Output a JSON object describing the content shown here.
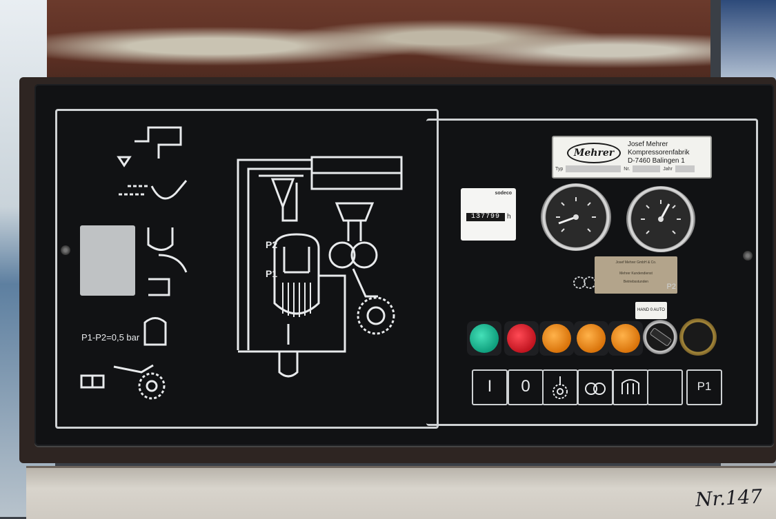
{
  "diagram": {
    "pressure_note": "P1-P2=0,5 bar",
    "label_p2": "P2",
    "label_p1": "P1"
  },
  "nameplate": {
    "brand": "Mehrer",
    "line1": "Josef Mehrer",
    "line2": "Kompressorenfabrik",
    "line3": "D-7460 Balingen 1",
    "field_type": "Typ",
    "field_no": "Nr.",
    "field_year": "Jahr"
  },
  "hour_counter": {
    "brand": "sodeco",
    "reading": "137799",
    "unit": "h"
  },
  "plaque": {
    "line1": "Josef Mehrer GmbH & Co.",
    "line2": "Mehrer Kundendienst",
    "line3": "Betriebsstunden",
    "label": "P2"
  },
  "switch": {
    "label": "HAND 0 AUTO"
  },
  "lamps": {
    "colors": [
      "#1aa986",
      "#d81e2a",
      "#ec8a1a",
      "#ec8a1a",
      "#ec8a1a"
    ]
  },
  "legend": {
    "on": "I",
    "off": "0",
    "p1": "P1"
  },
  "mark": {
    "text": "Nr.147"
  }
}
